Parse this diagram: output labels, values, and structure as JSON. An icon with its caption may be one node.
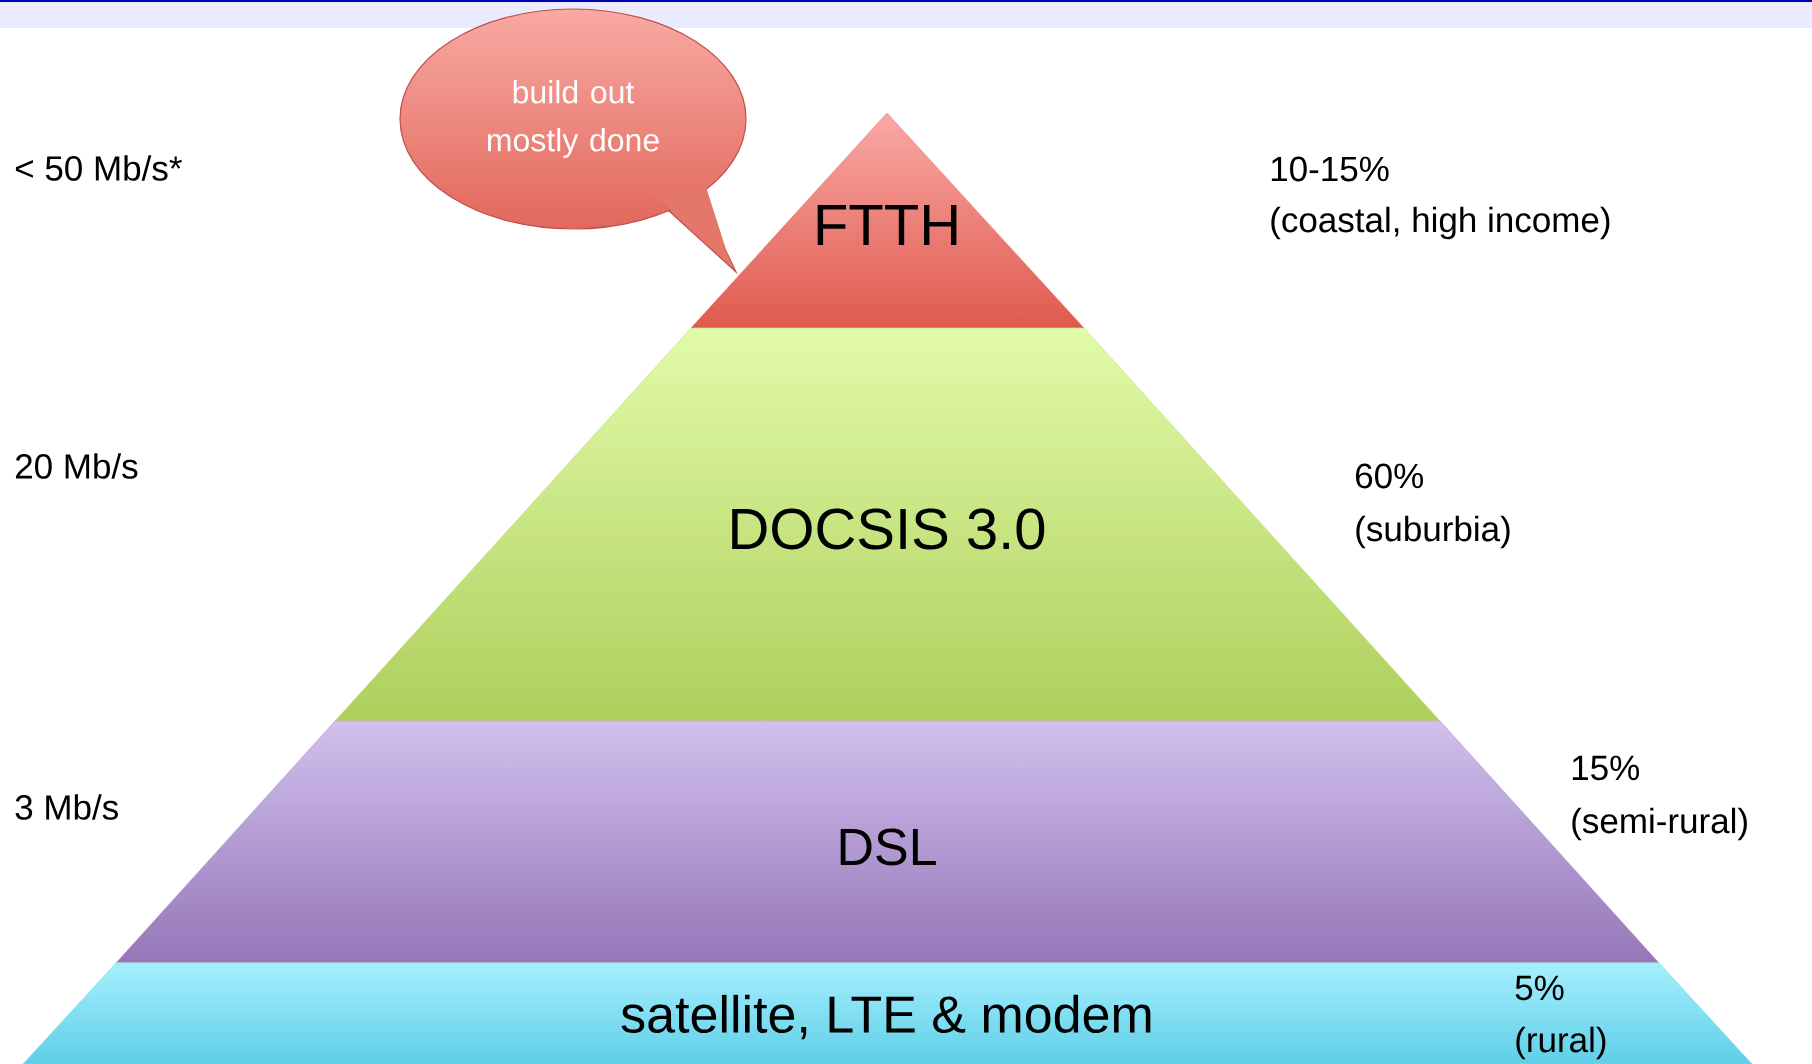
{
  "diagram": {
    "nodes": [
      {
        "text": [
          "build out mostly done"
        ]
      },
      {
        "text": [
          "FTTH"
        ]
      },
      {
        "text": [
          "DOCSIS 3.0"
        ]
      },
      {
        "text": [
          "DSL"
        ]
      },
      {
        "text": [
          "satellite, LTE & modem"
        ]
      }
    ],
    "labels": [
      "< 50 Mb/s*",
      "10-15%",
      "(coastal, high income)",
      "20 Mb/s",
      "60%",
      "(suburbia)",
      "3 Mb/s",
      "15%",
      "(semi-rural)",
      "5%",
      "(rural)"
    ]
  }
}
